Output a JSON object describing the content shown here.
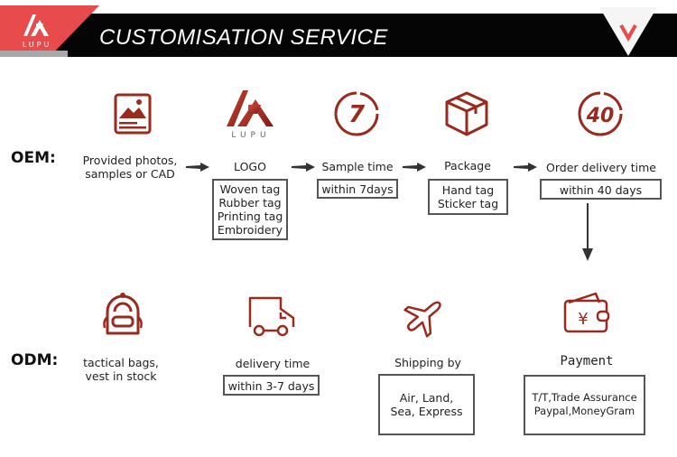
{
  "header": {
    "title": "CUSTOMISATION SERVICE",
    "brand": "LUPU",
    "colors": {
      "red": "#e84b4b",
      "black": "#050505",
      "icon": "#9b2a1e"
    }
  },
  "oem": {
    "label": "OEM:",
    "steps": [
      {
        "icon": "image-icon",
        "title": "Provided photos,\nsamples or CAD"
      },
      {
        "icon": "lupu-logo",
        "logo_text": "LUPU",
        "title": "LOGO",
        "box": [
          "Woven tag",
          "Rubber tag",
          "Printing tag",
          "Embroidery"
        ]
      },
      {
        "icon": "seven-days-icon",
        "icon_text": "7",
        "title": "Sample time",
        "box": [
          "within 7days"
        ]
      },
      {
        "icon": "package-icon",
        "title": "Package",
        "box": [
          "Hand tag",
          "Sticker tag"
        ]
      },
      {
        "icon": "forty-days-icon",
        "icon_text": "40",
        "title": "Order delivery time",
        "box": [
          "within 40 days"
        ]
      }
    ]
  },
  "odm": {
    "label": "ODM:",
    "steps": [
      {
        "icon": "backpack-icon",
        "title": "tactical bags,\nvest in stock"
      },
      {
        "icon": "truck-icon",
        "title": "delivery time",
        "box": [
          "within 3-7 days"
        ]
      },
      {
        "icon": "airplane-icon",
        "title": "Shipping by",
        "box": [
          "Air, Land,",
          "Sea, Express"
        ]
      },
      {
        "icon": "wallet-icon",
        "icon_text": "¥",
        "title": "Payment",
        "box": [
          "T/T,Trade Assurance",
          "Paypal,MoneyGram"
        ]
      }
    ]
  }
}
